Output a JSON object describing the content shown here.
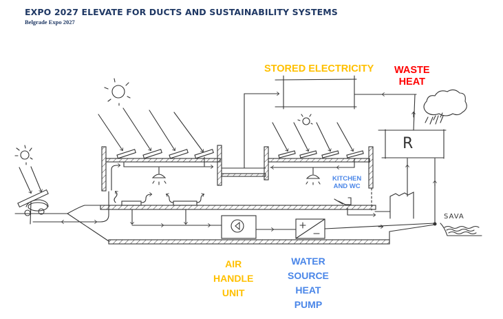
{
  "header": {
    "title": "EXPO 2027 ELEVATE FOR DUCTS AND SUSTAINABILITY SYSTEMS",
    "subtitle": "Belgrade Expo 2027"
  },
  "diagram": {
    "labels": {
      "stored_electricity": "STORED ELECTRICITY",
      "waste_heat": "WASTE\nHEAT",
      "kitchen_wc": "KITCHEN\nAND WC",
      "air_handle_unit": "AIR\nHANDLE\nUNIT",
      "water_source_heat_pump": "WATER\nSOURCE\nHEAT\nPUMP",
      "river": "SAVA",
      "recovery_unit": "R"
    },
    "colors": {
      "title": "#1f3864",
      "yellow_label": "#ffc000",
      "red_label": "#ff0000",
      "blue_label": "#4a86e8",
      "ink": "#333333"
    },
    "components": [
      "sun-left",
      "sun-main",
      "sun-right",
      "solar-panels",
      "ev-charger-car",
      "building-left",
      "building-connector",
      "building-right",
      "ceiling-lamp-left",
      "ceiling-lamp-right",
      "floor-vents",
      "air-handle-unit",
      "water-source-heat-pump",
      "battery-storage",
      "heat-recovery-unit",
      "rain-cloud",
      "kitchen-wc",
      "river-sava"
    ]
  }
}
